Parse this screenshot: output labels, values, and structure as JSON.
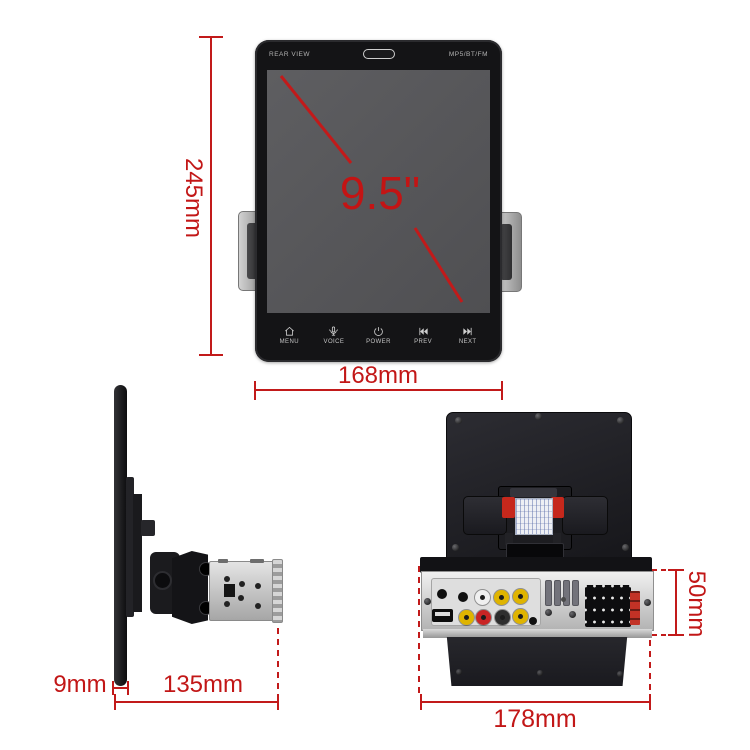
{
  "front_view": {
    "top_left_label": "REAR VIEW",
    "top_right_label": "MP5/BT/FM",
    "screen_size": "9.5\"",
    "buttons": [
      {
        "icon": "home-icon",
        "label": "MENU"
      },
      {
        "icon": "microphone-icon",
        "label": "VOICE"
      },
      {
        "icon": "power-icon",
        "label": "POWER"
      },
      {
        "icon": "previous-track-icon",
        "label": "PREV"
      },
      {
        "icon": "next-track-icon",
        "label": "NEXT"
      }
    ],
    "dimensions": {
      "height": "245mm",
      "width": "168mm"
    }
  },
  "side_view": {
    "dimensions": {
      "panel_thickness": "9mm",
      "depth": "135mm"
    }
  },
  "back_view": {
    "dimensions": {
      "height": "50mm",
      "width": "178mm"
    }
  },
  "colors": {
    "dimension_red": "#c21717",
    "screen_gray": "#565659",
    "body_black": "#141416",
    "clip_red": "#c6281c",
    "rca_yellow": "#dfb400",
    "rca_white": "#f0f0f0",
    "rca_red": "#c92424",
    "metal_silver": "#c9c9c9"
  }
}
